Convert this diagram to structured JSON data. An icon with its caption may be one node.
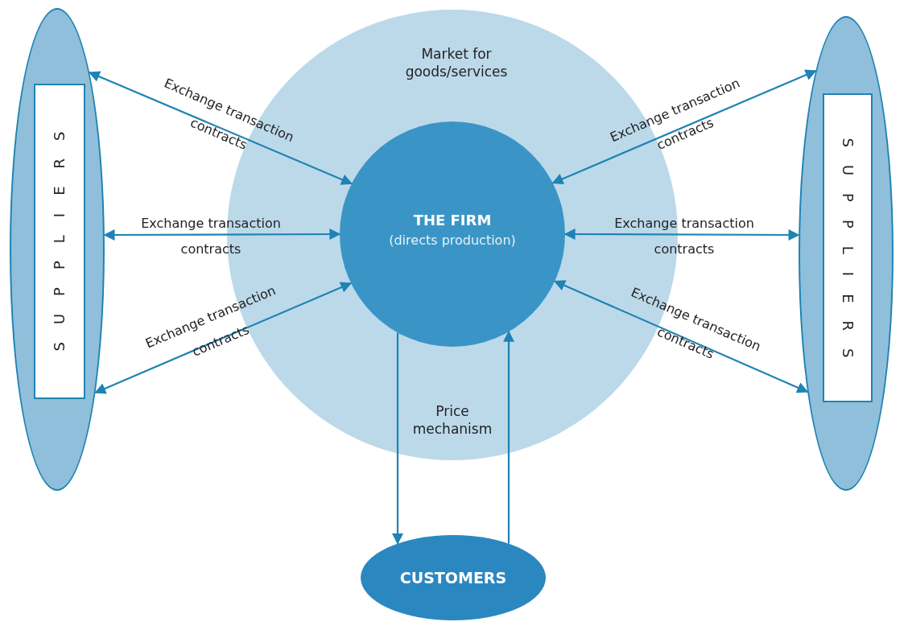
{
  "diagram": {
    "nodes": [
      {
        "text": [
          "Market for goods/services"
        ]
      },
      {
        "text": [
          "THE FIRM",
          "(directs production)"
        ],
        "in": 0
      },
      {
        "text": [],
        "shape": "ellipse"
      },
      {
        "text": [
          "SUPPLIERS"
        ],
        "in": 2
      },
      {
        "text": [],
        "shape": "ellipse"
      },
      {
        "text": [
          "SUPPLIERS"
        ],
        "in": 4
      },
      {
        "text": [
          "CUSTOMERS"
        ]
      }
    ],
    "edges": [
      {
        "from": 1,
        "to": 2,
        "arrow": "both",
        "label": "Exchange transaction contracts"
      },
      {
        "from": 1,
        "to": 2,
        "arrow": "both",
        "label": "Exchange transaction contracts"
      },
      {
        "from": 1,
        "to": 2,
        "arrow": "both",
        "label": "Exchange transaction contracts"
      },
      {
        "from": 1,
        "to": 4,
        "arrow": "both",
        "label": "Exchange transaction contracts"
      },
      {
        "from": 1,
        "to": 4,
        "arrow": "both",
        "label": "Exchange transaction contracts"
      },
      {
        "from": 1,
        "to": 4,
        "arrow": "both",
        "label": "Exchange transaction contracts"
      },
      {
        "from": 1,
        "to": 6,
        "arrow": "to"
      },
      {
        "from": 6,
        "to": 1,
        "arrow": "to"
      }
    ],
    "labels": [
      "Price mechanism"
    ]
  }
}
